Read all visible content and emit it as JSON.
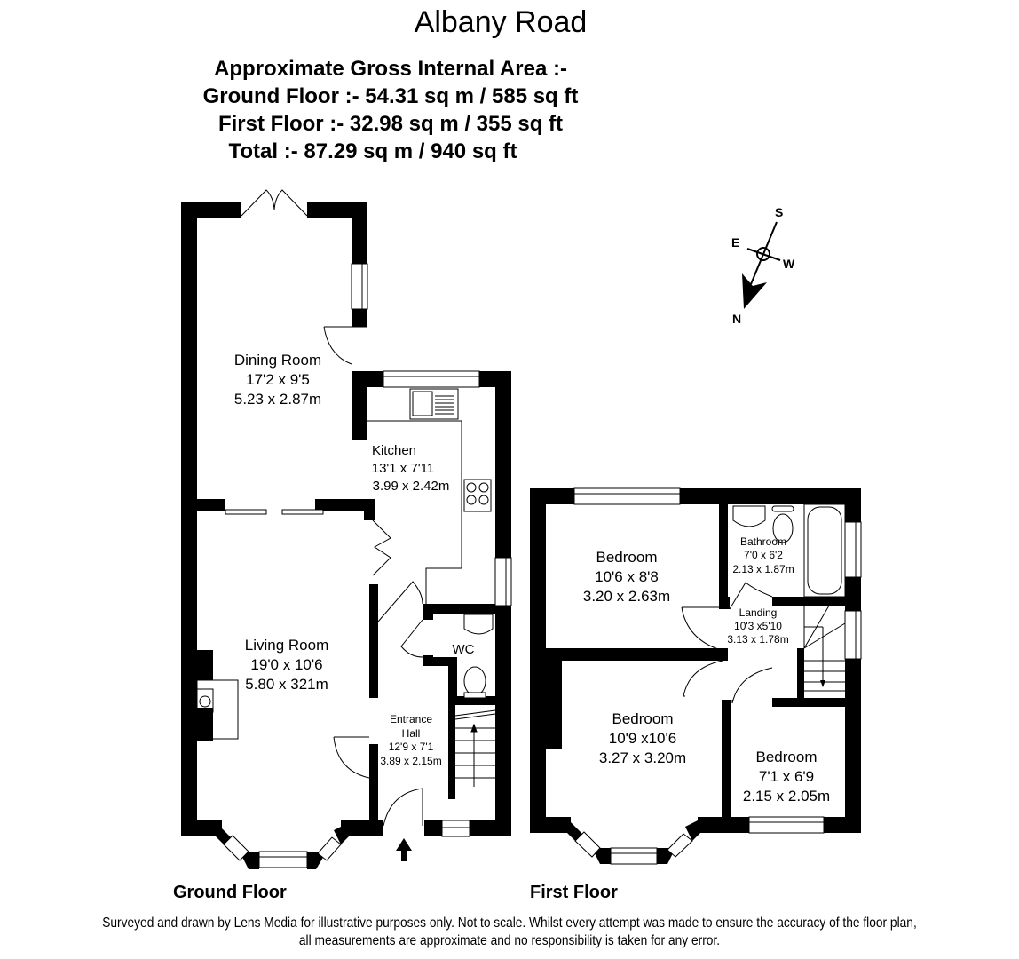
{
  "title": "Albany Road",
  "area": {
    "heading": "Approximate Gross Internal Area :-",
    "ground_floor": "Ground Floor :- 54.31 sq m / 585 sq ft",
    "first_floor": "First Floor :- 32.98 sq m / 355 sq ft",
    "total": "Total :- 87.29 sq m / 940 sq ft"
  },
  "compass": {
    "n": "N",
    "s": "S",
    "e": "E",
    "w": "W",
    "icon": "compass-north-arrow-icon"
  },
  "ground_floor": {
    "label": "Ground Floor",
    "rooms": [
      {
        "name": "Dining Room",
        "imperial": "17'2 x 9'5",
        "metric": "5.23 x 2.87m"
      },
      {
        "name": "Kitchen",
        "imperial": "13'1 x 7'11",
        "metric": "3.99 x 2.42m"
      },
      {
        "name": "Living Room",
        "imperial": "19'0 x 10'6",
        "metric": "5.80 x 321m"
      },
      {
        "name": "WC"
      },
      {
        "name": "Entrance",
        "name2": "Hall",
        "imperial": "12'9 x 7'1",
        "metric": "3.89 x 2.15m"
      }
    ]
  },
  "first_floor": {
    "label": "First Floor",
    "rooms": [
      {
        "name": "Bedroom",
        "imperial": "10'6 x 8'8",
        "metric": "3.20 x 2.63m"
      },
      {
        "name": "Bathroom",
        "imperial": "7'0 x 6'2",
        "metric": "2.13 x 1.87m"
      },
      {
        "name": "Landing",
        "imperial": "10'3 x5'10",
        "metric": "3.13 x 1.78m"
      },
      {
        "name": "Bedroom",
        "imperial": "10'9 x10'6",
        "metric": "3.27 x 3.20m"
      },
      {
        "name": "Bedroom",
        "imperial": "7'1 x 6'9",
        "metric": "2.15 x 2.05m"
      }
    ]
  },
  "footer": {
    "line1": "Surveyed and drawn by Lens Media for illustrative purposes only. Not to scale. Whilst every attempt was made to ensure the accuracy of the floor plan,",
    "line2": "all measurements are approximate and no responsibility is taken for any error."
  }
}
